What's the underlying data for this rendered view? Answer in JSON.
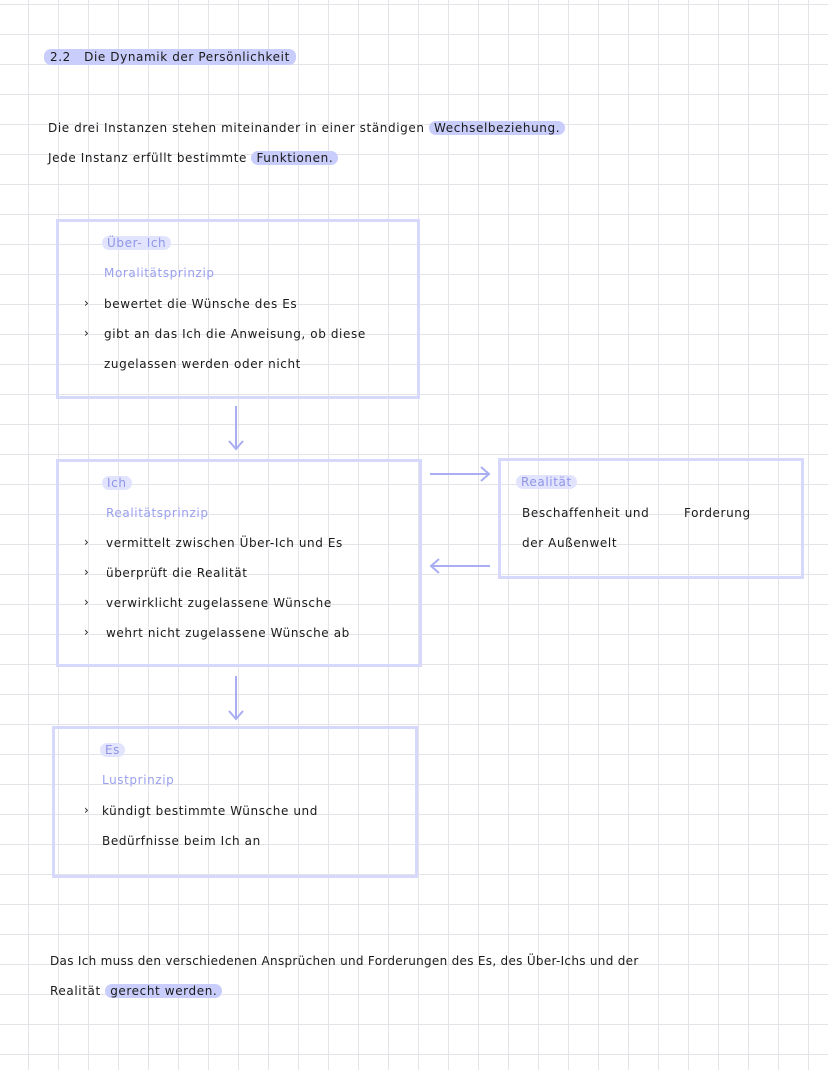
{
  "section": {
    "number": "2.2",
    "title": "Die Dynamik der Persönlichkeit"
  },
  "intro": {
    "line1_text": "Die drei Instanzen stehen miteinander in einer ständigen",
    "line1_highlight": "Wechselbeziehung.",
    "line2_text": "Jede Instanz erfüllt bestimmte",
    "line2_highlight": "Funktionen."
  },
  "ueber_ich": {
    "title": "Über- Ich",
    "principle": "Moralitätsprinzip",
    "items": [
      "bewertet die Wünsche des Es",
      "gibt an das Ich die Anweisung, ob diese"
    ],
    "continuation": "zugelassen werden oder nicht"
  },
  "ich": {
    "title": "Ich",
    "principle": "Realitätsprinzip",
    "items": [
      "vermittelt zwischen Über-Ich und Es",
      "überprüft die Realität",
      "verwirklicht zugelassene Wünsche",
      "wehrt nicht zugelassene Wünsche ab"
    ]
  },
  "realitaet": {
    "title": "Realität",
    "line1a": "Beschaffenheit und",
    "line1b": "Forderung",
    "line2": "der Außenwelt"
  },
  "es": {
    "title": "Es",
    "principle": "Lustprinzip",
    "items": [
      "kündigt bestimmte Wünsche und"
    ],
    "continuation": "Bedürfnisse beim Ich an"
  },
  "conclusion": {
    "line1": "Das Ich muss den verschiedenen Ansprüchen und Forderungen des Es, des Über-Ichs und der",
    "line2_text": "Realität",
    "line2_highlight": "gerecht werden."
  },
  "colors": {
    "highlight": "#c9cdfb",
    "box_border": "#d6d9fb",
    "accent_text": "#9aa0ef",
    "arrow": "#a9aef2"
  }
}
